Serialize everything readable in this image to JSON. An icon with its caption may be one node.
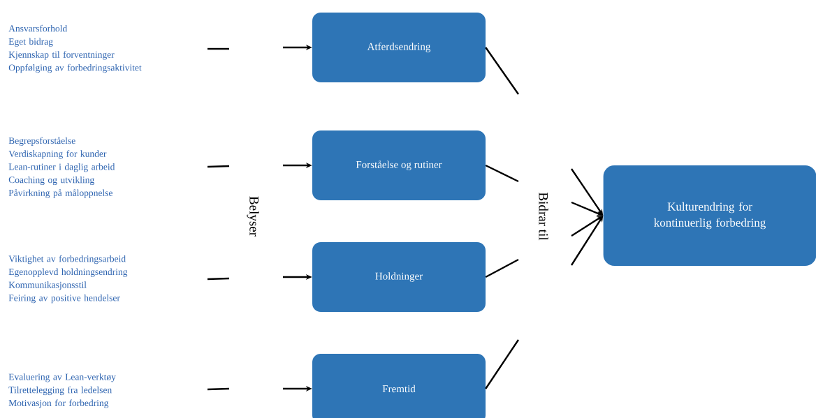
{
  "diagram": {
    "nodes": [
      {
        "text": [
          "Ansvarsforhold",
          "Eget bidrag",
          "Kjennskap til forventninger",
          "Oppfølging av forbedringsaktivitet"
        ]
      },
      {
        "text": [
          "Begrepsforståelse",
          "Verdiskapning for kunder",
          "Lean-rutiner i daglig arbeid",
          "Coaching og utvikling",
          "Påvirkning på måloppnelse"
        ]
      },
      {
        "text": [
          "Viktighet av forbedringsarbeid",
          "Egenopplevd holdningsendring",
          "Kommunikasjonsstil",
          "Feiring av positive hendelser"
        ]
      },
      {
        "text": [
          "Evaluering av Lean-verktøy",
          "Tilrettelegging fra ledelsen",
          "Motivasjon for forbedring"
        ]
      },
      {
        "text": [
          "Atferdsendring"
        ]
      },
      {
        "text": [
          "Forståelse og rutiner"
        ]
      },
      {
        "text": [
          "Holdninger"
        ]
      },
      {
        "text": [
          "Fremtid"
        ]
      },
      {
        "text": [
          "Kulturendring for kontinuerlig forbedring"
        ]
      }
    ],
    "edges": [
      {
        "from": null,
        "to": 4,
        "arrow": "to"
      },
      {
        "from": null,
        "to": 5,
        "arrow": "to"
      },
      {
        "from": null,
        "to": 6,
        "arrow": "to"
      },
      {
        "from": null,
        "to": 7,
        "arrow": "to"
      },
      {
        "from": 4,
        "to": null,
        "arrow": "none"
      },
      {
        "from": 5,
        "to": null,
        "arrow": "none"
      },
      {
        "from": 6,
        "to": null,
        "arrow": "none"
      },
      {
        "from": 7,
        "to": null,
        "arrow": "none"
      },
      {
        "from": null,
        "to": 8,
        "arrow": "to"
      },
      {
        "from": null,
        "to": 8,
        "arrow": "to"
      },
      {
        "from": null,
        "to": 8,
        "arrow": "to"
      },
      {
        "from": null,
        "to": 8,
        "arrow": "to"
      }
    ],
    "labels": [
      "Belyser",
      "Bidrar til"
    ]
  }
}
